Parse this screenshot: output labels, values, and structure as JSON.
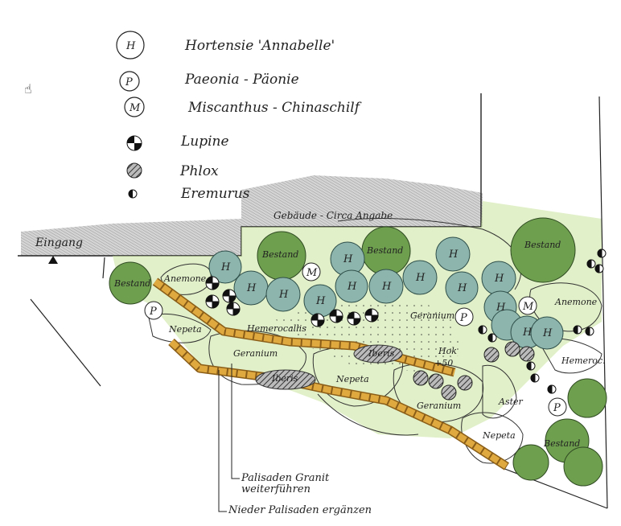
{
  "legend": [
    {
      "symbol": "H",
      "label": "Hortensie 'Annabelle'"
    },
    {
      "symbol": "P",
      "label": "Paeonia - Päonie"
    },
    {
      "symbol": "M",
      "label": "Miscanthus - Chinaschilf"
    },
    {
      "symbol": "lupine",
      "label": "Lupine"
    },
    {
      "symbol": "phlox",
      "label": "Phlox"
    },
    {
      "symbol": "eremurus",
      "label": "Eremurus"
    }
  ],
  "labels": {
    "building": "Gebäude - Circa Angabe",
    "entrance": "Eingang",
    "bestand": "Bestand",
    "anemone": "Anemone",
    "nepeta": "Nepeta",
    "hemerocallis": "Hemerocallis",
    "hemeroc": "Hemeroc.",
    "geranium": "Geranium",
    "iberis": "Iberis",
    "aster": "Aster",
    "hok": "Hok",
    "hok_num": "+50"
  },
  "notes": {
    "palisaden_line1": "Palisaden Granit",
    "palisaden_line2": "weiterführen",
    "nieder_palisaden": "Nieder Palisaden ergänzen"
  },
  "colors": {
    "bestand": "#6e9f4e",
    "hortensie": "#8db5ad",
    "lawn": "#c9e39a",
    "palisade": "#d9a23a",
    "phlox": "#777777",
    "building": "#c8c8c8"
  },
  "icons": {
    "cursor": "hand-cursor-icon"
  }
}
